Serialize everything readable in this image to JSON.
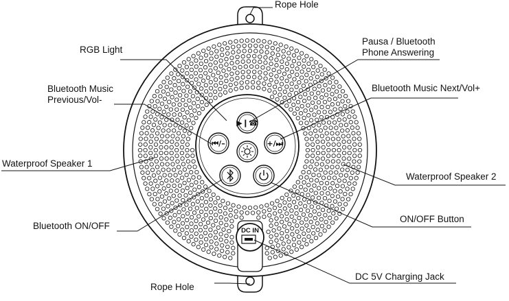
{
  "labels": {
    "rope_hole_top": "Rope Hole",
    "rope_hole_bottom": "Rope Hole",
    "rgb_light": "RGB Light",
    "pause_line1": "Pausa / Bluetooth",
    "pause_line2": "Phone Answering",
    "next_vol": "Bluetooth Music Next/Vol+",
    "prev_line1": "Bluetooth Music",
    "prev_line2": "Previous/Vol-",
    "speaker1": "Waterproof Speaker 1",
    "speaker2": "Waterproof Speaker 2",
    "bt_onoff": "Bluetooth ON/OFF",
    "onoff_button": "ON/OFF Button",
    "dc_jack": "DC 5V Charging Jack"
  },
  "device": {
    "jack_marking": "DC IN",
    "buttons": {
      "play_pause": "play-phone-icon",
      "prev": "previous-icon",
      "next": "next-icon",
      "rgb": "sun-light-icon",
      "bluetooth": "bluetooth-icon",
      "power": "power-icon"
    }
  }
}
